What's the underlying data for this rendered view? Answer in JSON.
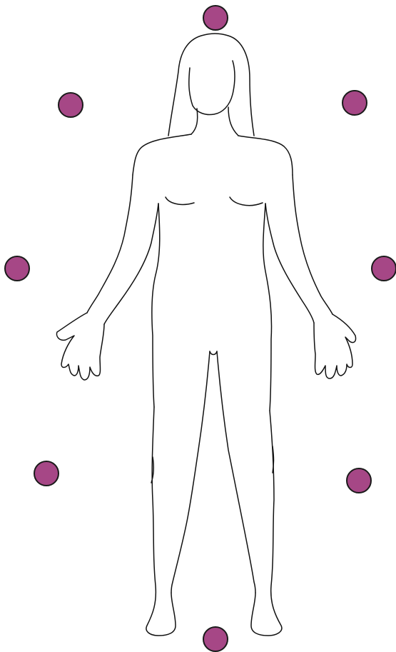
{
  "colors": {
    "background": "#ffffff",
    "outline": "#111111",
    "marker_fill": "#a64786",
    "marker_stroke": "#1a1a1a"
  },
  "figure": {
    "subject": "front-view-female-body-outline"
  },
  "markers": [
    {
      "position": "top"
    },
    {
      "position": "upper-left"
    },
    {
      "position": "upper-right"
    },
    {
      "position": "middle-left"
    },
    {
      "position": "middle-right"
    },
    {
      "position": "lower-left"
    },
    {
      "position": "lower-right"
    },
    {
      "position": "bottom"
    }
  ]
}
